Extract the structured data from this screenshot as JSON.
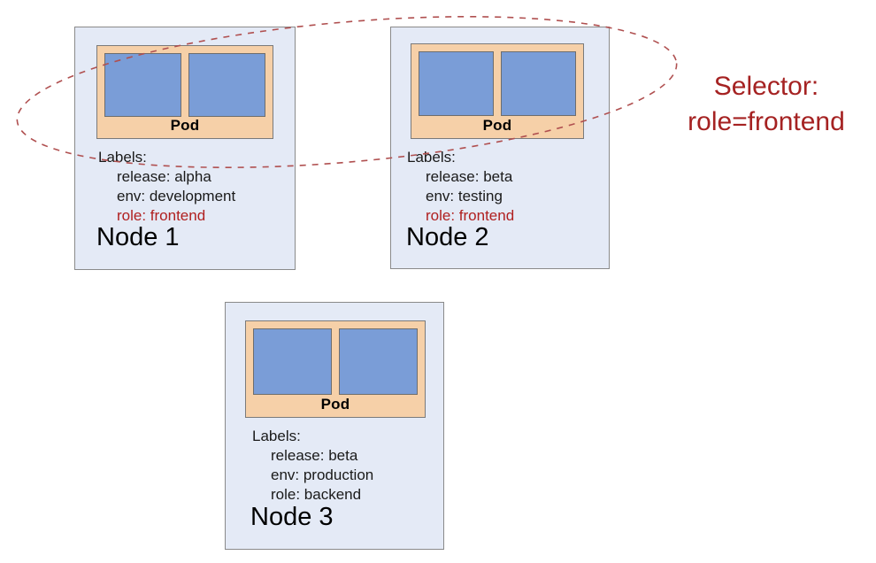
{
  "diagram": {
    "title": "Kubernetes node label selector diagram",
    "colors": {
      "node_fill": "#e4eaf6",
      "node_border": "#8a8a8a",
      "pod_fill": "#f6d0a8",
      "pod_border": "#7a7a7a",
      "container_fill": "#7a9dd7",
      "container_border": "#6d6d6d",
      "selector_red": "#a52222",
      "highlight_red": "#b02020",
      "background": "#ffffff"
    }
  },
  "selector": {
    "line1": "Selector:",
    "line2": "role=frontend",
    "ellipse_stroke": "#b05050",
    "ellipse_dash": "7 7"
  },
  "nodes": [
    {
      "id": "node-1",
      "title": "Node 1",
      "pod": {
        "label": "Pod",
        "containers": [
          "container-a",
          "container-b"
        ]
      },
      "labels": {
        "heading": "Labels:",
        "items": [
          {
            "text": "release: alpha",
            "highlight": false
          },
          {
            "text": "env: development",
            "highlight": false
          },
          {
            "text": "role: frontend",
            "highlight": true
          }
        ]
      },
      "selected": true
    },
    {
      "id": "node-2",
      "title": "Node 2",
      "pod": {
        "label": "Pod",
        "containers": [
          "container-a",
          "container-b"
        ]
      },
      "labels": {
        "heading": "Labels:",
        "items": [
          {
            "text": "release: beta",
            "highlight": false
          },
          {
            "text": "env: testing",
            "highlight": false
          },
          {
            "text": "role: frontend",
            "highlight": true
          }
        ]
      },
      "selected": true
    },
    {
      "id": "node-3",
      "title": "Node 3",
      "pod": {
        "label": "Pod",
        "containers": [
          "container-a",
          "container-b"
        ]
      },
      "labels": {
        "heading": "Labels:",
        "items": [
          {
            "text": "release: beta",
            "highlight": false
          },
          {
            "text": "env: production",
            "highlight": false
          },
          {
            "text": "role: backend",
            "highlight": false
          }
        ]
      },
      "selected": false
    }
  ]
}
